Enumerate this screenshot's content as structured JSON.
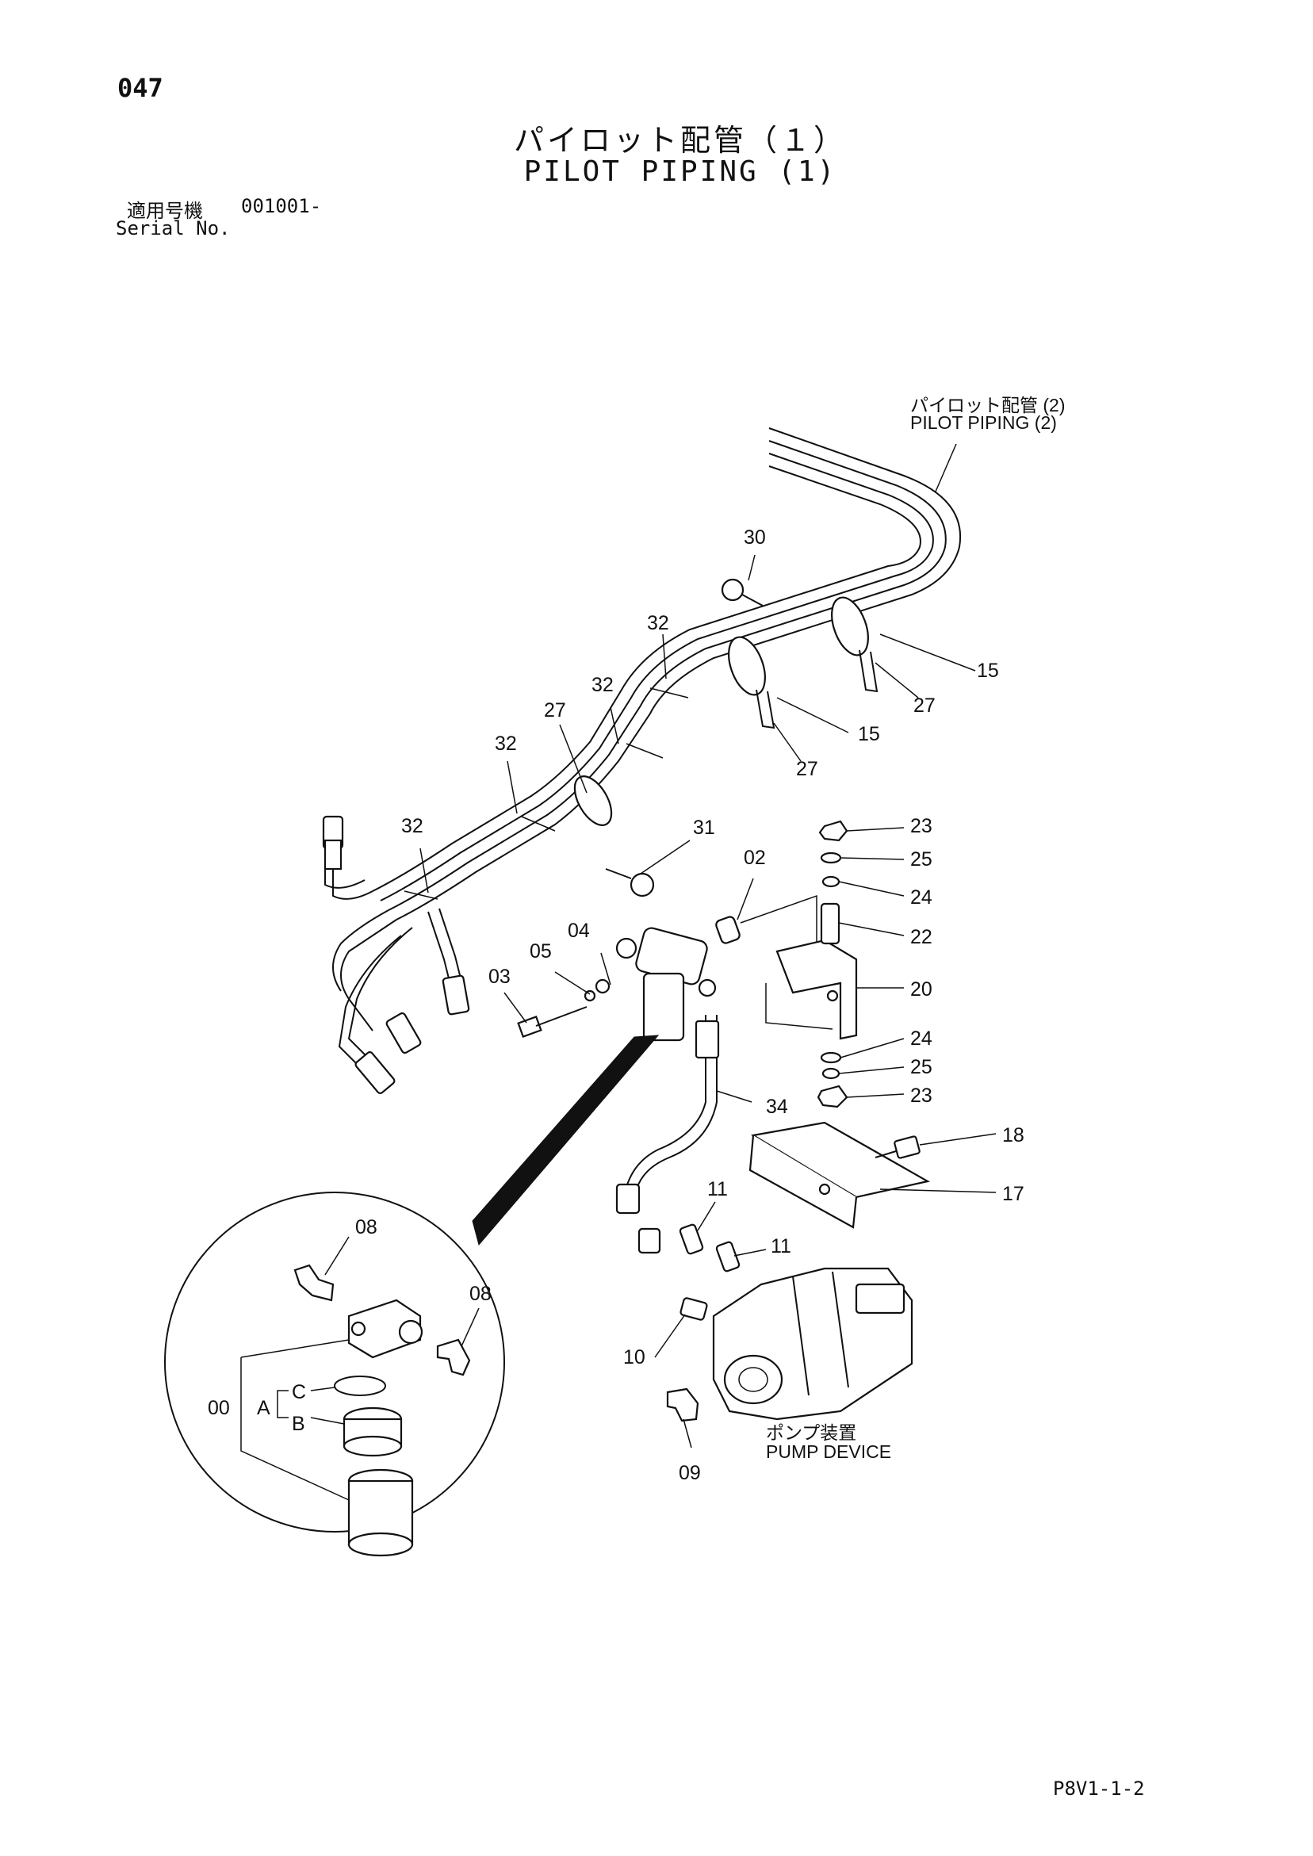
{
  "page": {
    "number": "047",
    "title_jp": "パイロット配管（１）",
    "title_en": "PILOT PIPING (1)",
    "serial_label_jp": "適用号機",
    "serial_value": "001001-",
    "serial_label_en": "Serial No.",
    "footer_code": "P8V1-1-2"
  },
  "annotations": {
    "pilot_piping_2_jp": "パイロット配管 (2)",
    "pilot_piping_2_en": "PILOT PIPING (2)",
    "pump_device_jp": "ポンプ装置",
    "pump_device_en": "PUMP DEVICE"
  },
  "callouts": {
    "c30": "30",
    "c32a": "32",
    "c32b": "32",
    "c32c": "32",
    "c32d": "32",
    "c27a": "27",
    "c27b": "27",
    "c27c": "27",
    "c15a": "15",
    "c15b": "15",
    "c31": "31",
    "c02": "02",
    "c04": "04",
    "c05": "05",
    "c03": "03",
    "c23a": "23",
    "c25a": "25",
    "c24a": "24",
    "c22": "22",
    "c20": "20",
    "c24b": "24",
    "c25b": "25",
    "c23b": "23",
    "c34": "34",
    "c18": "18",
    "c17": "17",
    "c11a": "11",
    "c11b": "11",
    "c10": "10",
    "c09": "09",
    "c08a": "08",
    "c08b": "08",
    "c00": "00",
    "cA": "A",
    "cB": "B",
    "cC": "C"
  }
}
